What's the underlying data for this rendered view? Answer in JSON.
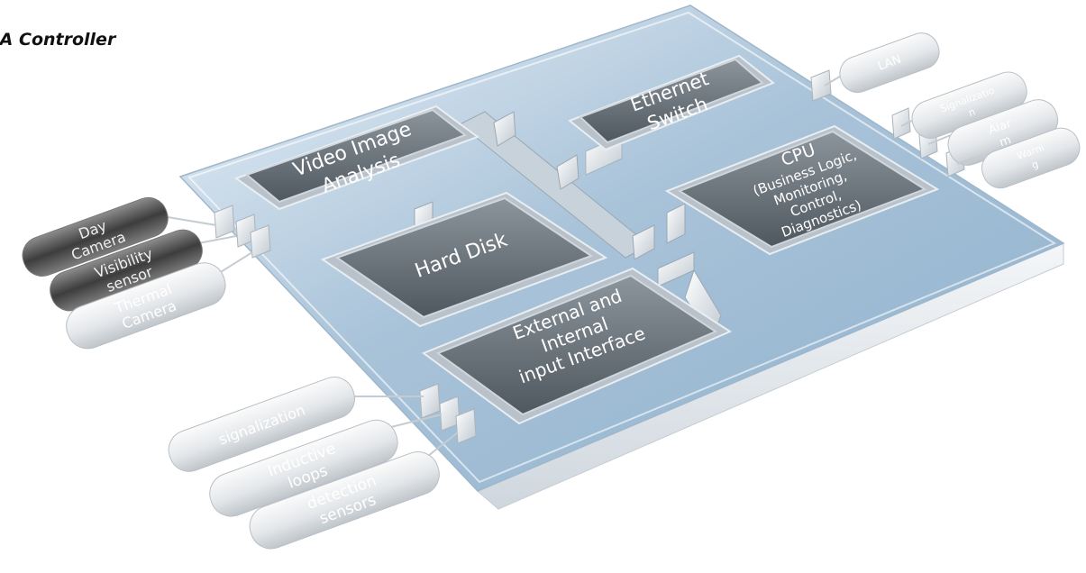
{
  "title": "SA Controller",
  "components": {
    "video": [
      "Video Image",
      "Analysis"
    ],
    "ethernet": [
      "Ethernet",
      "Switch"
    ],
    "disk": [
      "Hard Disk"
    ],
    "cpu": [
      "CPU",
      "(Business Logic,",
      "Monitoring,",
      "Control,",
      "Diagnostics)"
    ],
    "interface": [
      "External and",
      "Internal",
      "input Interface"
    ]
  },
  "devices": {
    "day_camera": [
      "Day",
      "Camera"
    ],
    "visibility_sensor": [
      "Visibility",
      "sensor"
    ],
    "thermal_camera": [
      "Thermal",
      "Camera"
    ],
    "lan": [
      "LAN"
    ],
    "signalization": [
      "Signalizatio",
      "n"
    ],
    "alarm": [
      "Alar",
      "m"
    ],
    "warning": [
      "Warni",
      "g"
    ],
    "signalization_loops": [
      "signalization"
    ],
    "inductive_loops": [
      "Inductive",
      "loops"
    ],
    "detection_sensors": [
      "detection",
      "sensors"
    ]
  }
}
